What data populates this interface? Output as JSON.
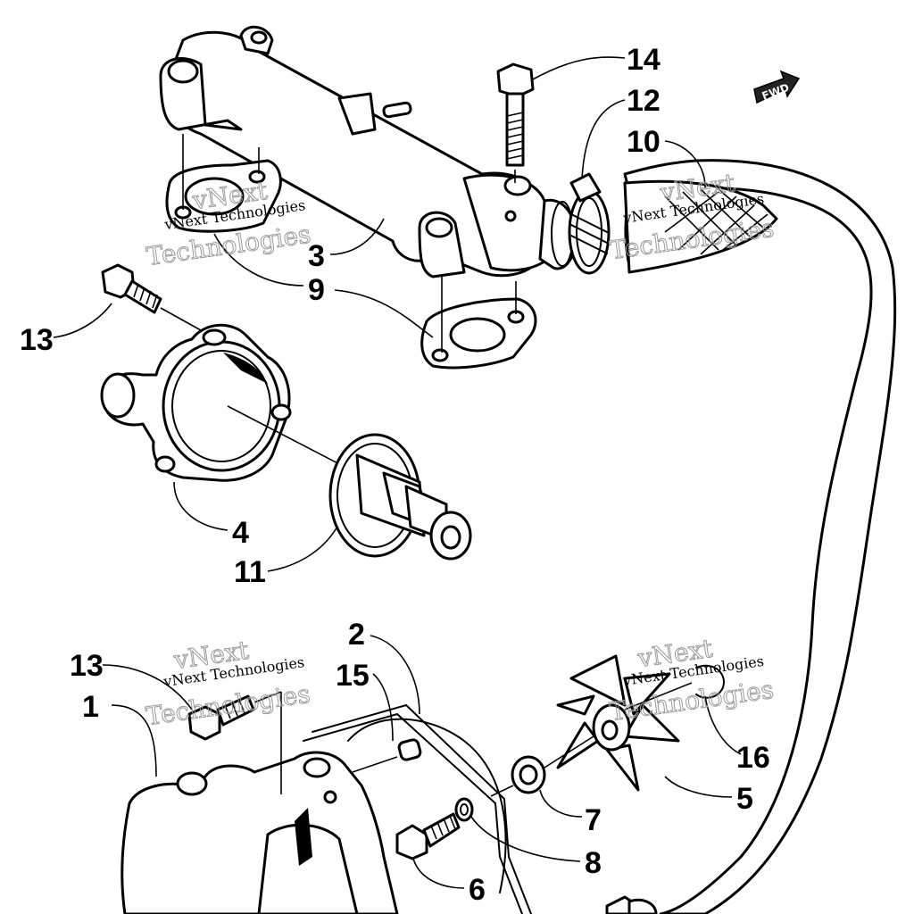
{
  "callouts": [
    {
      "id": "c14",
      "label": "14"
    },
    {
      "id": "c12",
      "label": "12"
    },
    {
      "id": "c10",
      "label": "10"
    },
    {
      "id": "c3",
      "label": "3"
    },
    {
      "id": "c9",
      "label": "9"
    },
    {
      "id": "c13a",
      "label": "13"
    },
    {
      "id": "c4",
      "label": "4"
    },
    {
      "id": "c11",
      "label": "11"
    },
    {
      "id": "c2",
      "label": "2"
    },
    {
      "id": "c15",
      "label": "15"
    },
    {
      "id": "c13b",
      "label": "13"
    },
    {
      "id": "c1",
      "label": "1"
    },
    {
      "id": "c16",
      "label": "16"
    },
    {
      "id": "c5",
      "label": "5"
    },
    {
      "id": "c7",
      "label": "7"
    },
    {
      "id": "c8",
      "label": "8"
    },
    {
      "id": "c6",
      "label": "6"
    }
  ],
  "direction_badge": "FWD",
  "watermark": {
    "line1": "vNext Technologies",
    "line2": "Technologies",
    "line3": "vNext"
  }
}
